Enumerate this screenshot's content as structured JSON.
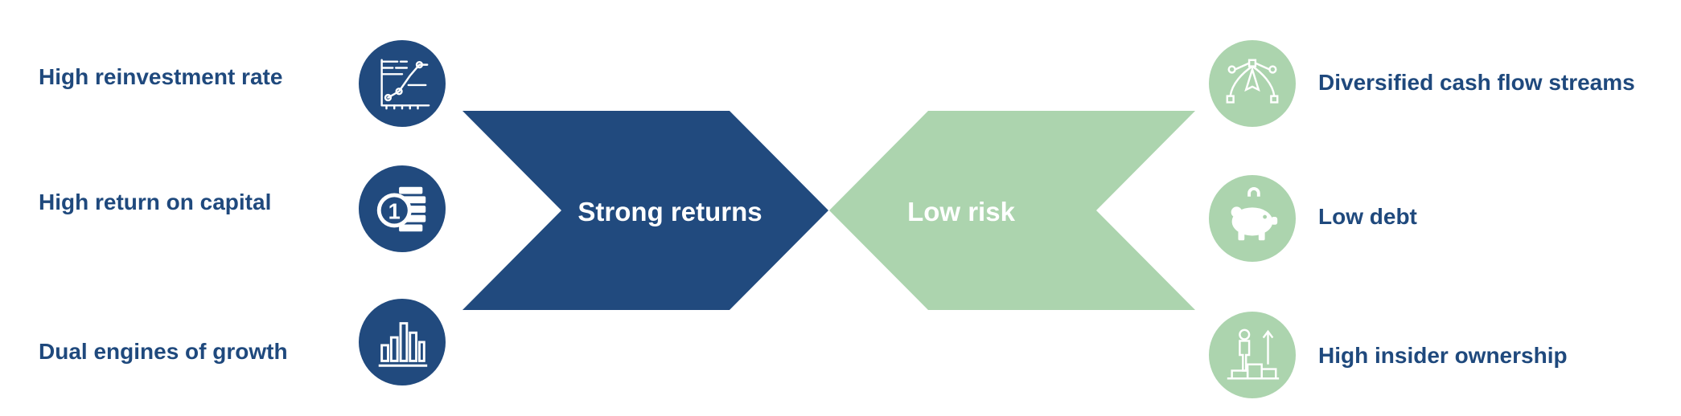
{
  "left": {
    "items": [
      {
        "label": "High reinvestment rate",
        "icon": "line-chart-icon"
      },
      {
        "label": "High return on capital",
        "icon": "coin-stack-icon"
      },
      {
        "label": "Dual engines of growth",
        "icon": "bar-chart-icon"
      }
    ],
    "center": "Strong returns",
    "color": "#214a7e"
  },
  "right": {
    "items": [
      {
        "label": "Diversified cash flow streams",
        "icon": "vector-nodes-icon"
      },
      {
        "label": "Low debt",
        "icon": "piggy-bank-icon"
      },
      {
        "label": "High insider ownership",
        "icon": "person-podium-icon"
      }
    ],
    "center": "Low risk",
    "color": "#acd4ae"
  }
}
